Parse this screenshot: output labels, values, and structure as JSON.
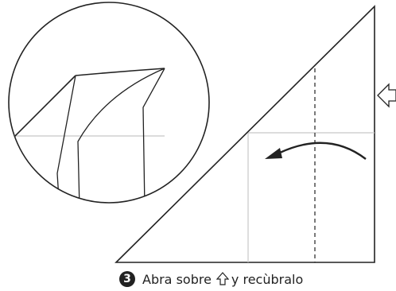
{
  "step": {
    "number": "3",
    "text_before_icon": "Abra sobre",
    "icon": "open-up-arrow-icon",
    "text_after_icon": "y recùbralo"
  },
  "diagram": {
    "icons": [
      "push-arrow-icon",
      "fold-direction-arrow-icon"
    ],
    "colors": {
      "line": "#222222",
      "hidden_edge": "#c8c8c8",
      "background": "#ffffff"
    }
  }
}
